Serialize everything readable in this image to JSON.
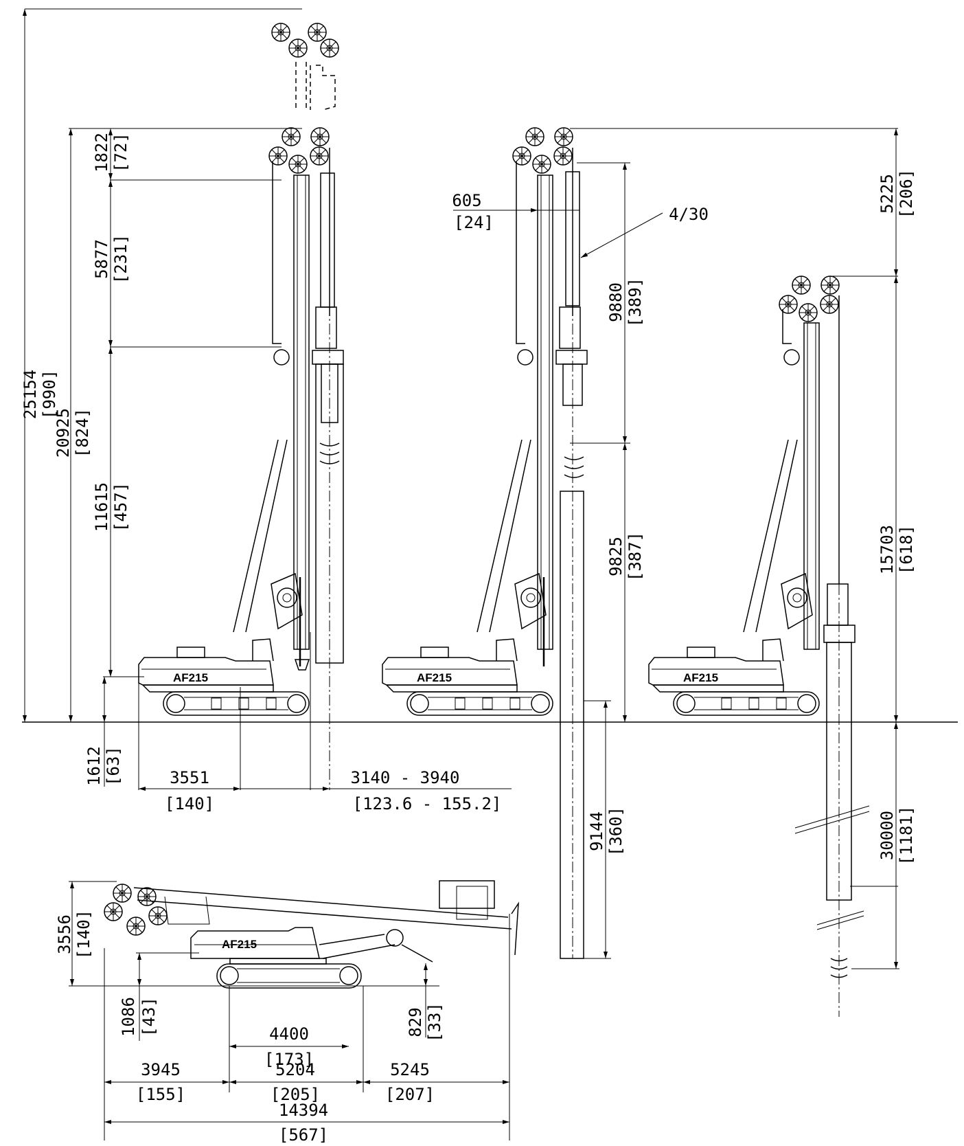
{
  "machine": {
    "model": "AF215"
  },
  "rig_left": {
    "d_1822": "1822",
    "d_72": "[72]",
    "d_5877": "5877",
    "d_231": "[231]",
    "d_11615": "11615",
    "d_457": "[457]",
    "d_20925": "20925",
    "d_824": "[824]",
    "d_25154": "25154",
    "d_990": "[990]",
    "d_1612": "1612",
    "d_63": "[63]",
    "d_3551": "3551",
    "d_140": "[140]",
    "d_range": "3140 - 3940",
    "d_range_in": "[123.6 - 155.2]"
  },
  "rig_middle": {
    "d_605": "605",
    "d_24": "[24]",
    "note": "4/30",
    "d_9880": "9880",
    "d_389": "[389]",
    "d_9825": "9825",
    "d_387": "[387]",
    "d_9144": "9144",
    "d_360": "[360]"
  },
  "rig_right": {
    "d_5225": "5225",
    "d_206": "[206]",
    "d_15703": "15703",
    "d_618": "[618]",
    "d_30000": "30000",
    "d_1181": "[1181]"
  },
  "transport": {
    "d_3556": "3556",
    "d_140": "[140]",
    "d_1086": "1086",
    "d_43": "[43]",
    "d_4400": "4400",
    "d_173": "[173]",
    "d_829": "829",
    "d_33": "[33]",
    "d_3945": "3945",
    "d_155": "[155]",
    "d_5204": "5204",
    "d_205": "[205]",
    "d_5245": "5245",
    "d_207": "[207]",
    "d_14394": "14394",
    "d_567": "[567]"
  }
}
